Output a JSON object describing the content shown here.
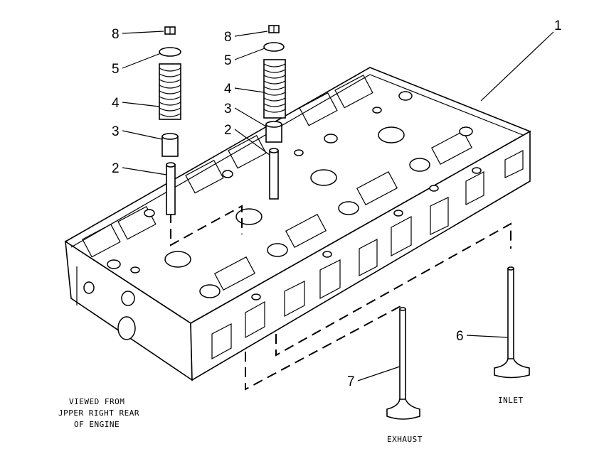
{
  "callouts": {
    "c1": "1",
    "c2a": "2",
    "c2b": "2",
    "c3a": "3",
    "c3b": "3",
    "c4a": "4",
    "c4b": "4",
    "c5a": "5",
    "c5b": "5",
    "c6": "6",
    "c7": "7",
    "c8a": "8",
    "c8b": "8"
  },
  "labels": {
    "view_line1": "VIEWED FROM",
    "view_line2": "JPPER RIGHT REAR",
    "view_line3": "OF ENGINE",
    "inlet": "INLET",
    "exhaust": "EXHAUST"
  }
}
